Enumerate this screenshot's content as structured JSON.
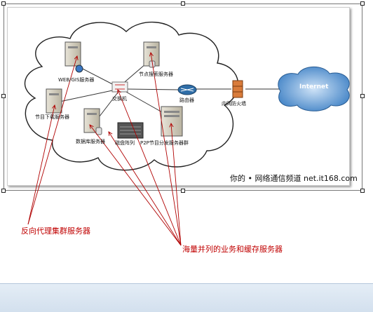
{
  "diagram": {
    "node_labels": {
      "web_gis": "WEB/GIS服务器",
      "program_search": "节点搜索服务器",
      "download": "节目下载服务器",
      "switch": "交换机",
      "router": "路由器",
      "firewall": "内网防火墙",
      "internet": "Internet",
      "database": "数据库服务器",
      "disk_array": "磁盘阵列",
      "p2p": "P2P节目分发服务器群"
    },
    "watermark": "你的 • 网络通信频道 net.it168.com"
  },
  "annotations": {
    "reverse_proxy": "反向代理集群服务器",
    "business_cache": "海量并列的业务和缓存服务器"
  },
  "colors": {
    "annotation": "#c00000",
    "arrow": "#b00000",
    "bottom_bar": "#dbe6f2"
  }
}
